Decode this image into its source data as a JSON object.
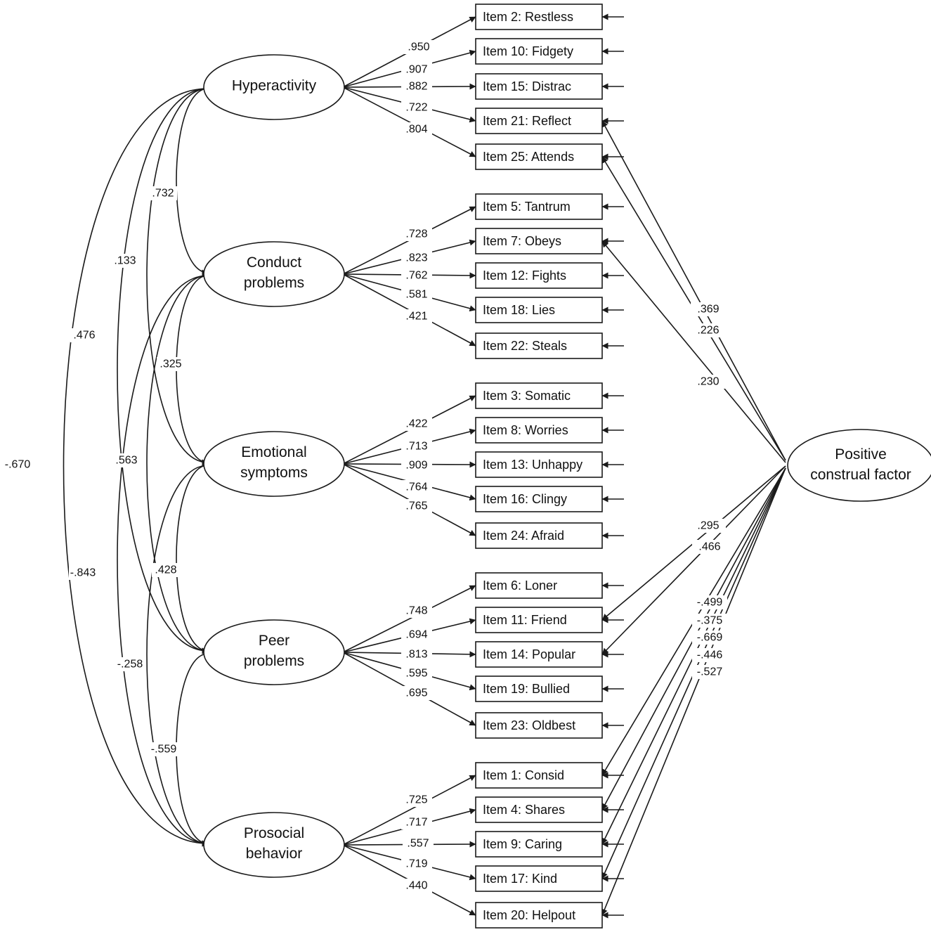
{
  "factors": [
    {
      "id": "hyp",
      "lines": [
        "Hyperactivity"
      ]
    },
    {
      "id": "con",
      "lines": [
        "Conduct",
        "problems"
      ]
    },
    {
      "id": "emo",
      "lines": [
        "Emotional",
        "symptoms"
      ]
    },
    {
      "id": "peer",
      "lines": [
        "Peer",
        "problems"
      ]
    },
    {
      "id": "pro",
      "lines": [
        "Prosocial",
        "behavior"
      ]
    }
  ],
  "method_factor": {
    "lines": [
      "Positive",
      "construal factor"
    ]
  },
  "items": [
    {
      "label": "Item 2: Restless",
      "factor": "hyp",
      "loading": ".950"
    },
    {
      "label": "Item 10: Fidgety",
      "factor": "hyp",
      "loading": ".907"
    },
    {
      "label": "Item 15: Distrac",
      "factor": "hyp",
      "loading": ".882"
    },
    {
      "label": "Item 21: Reflect",
      "factor": "hyp",
      "loading": ".722"
    },
    {
      "label": "Item 25: Attends",
      "factor": "hyp",
      "loading": ".804"
    },
    {
      "label": "Item 5: Tantrum",
      "factor": "con",
      "loading": ".728"
    },
    {
      "label": "Item 7: Obeys",
      "factor": "con",
      "loading": ".823"
    },
    {
      "label": "Item 12: Fights",
      "factor": "con",
      "loading": ".762"
    },
    {
      "label": "Item 18: Lies",
      "factor": "con",
      "loading": ".581"
    },
    {
      "label": "Item 22: Steals",
      "factor": "con",
      "loading": ".421"
    },
    {
      "label": "Item 3: Somatic",
      "factor": "emo",
      "loading": ".422"
    },
    {
      "label": "Item 8: Worries",
      "factor": "emo",
      "loading": ".713"
    },
    {
      "label": "Item 13: Unhappy",
      "factor": "emo",
      "loading": ".909"
    },
    {
      "label": "Item 16: Clingy",
      "factor": "emo",
      "loading": ".764"
    },
    {
      "label": "Item 24: Afraid",
      "factor": "emo",
      "loading": ".765"
    },
    {
      "label": "Item 6: Loner",
      "factor": "peer",
      "loading": ".748"
    },
    {
      "label": "Item 11: Friend",
      "factor": "peer",
      "loading": ".694"
    },
    {
      "label": "Item 14: Popular",
      "factor": "peer",
      "loading": ".813"
    },
    {
      "label": "Item 19: Bullied",
      "factor": "peer",
      "loading": ".595"
    },
    {
      "label": "Item 23: Oldbest",
      "factor": "peer",
      "loading": ".695"
    },
    {
      "label": "Item 1: Consid",
      "factor": "pro",
      "loading": ".725"
    },
    {
      "label": "Item 4: Shares",
      "factor": "pro",
      "loading": ".717"
    },
    {
      "label": "Item 9: Caring",
      "factor": "pro",
      "loading": ".557"
    },
    {
      "label": "Item 17: Kind",
      "factor": "pro",
      "loading": ".719"
    },
    {
      "label": "Item 20: Helpout",
      "factor": "pro",
      "loading": ".440"
    }
  ],
  "method_loadings": [
    {
      "item": "Item 21: Reflect",
      "value": ".369"
    },
    {
      "item": "Item 25: Attends",
      "value": ".226"
    },
    {
      "item": "Item 7: Obeys",
      "value": ".230"
    },
    {
      "item": "Item 11: Friend",
      "value": ".295"
    },
    {
      "item": "Item 14: Popular",
      "value": ".466"
    },
    {
      "item": "Item 1: Consid",
      "value": "-.499"
    },
    {
      "item": "Item 4: Shares",
      "value": "-.375"
    },
    {
      "item": "Item 9: Caring",
      "value": "-.669"
    },
    {
      "item": "Item 17: Kind",
      "value": "-.446"
    },
    {
      "item": "Item 20: Helpout",
      "value": "-.527"
    }
  ],
  "correlations": [
    {
      "from": "hyp",
      "to": "con",
      "value": ".732"
    },
    {
      "from": "hyp",
      "to": "emo",
      "value": ".133"
    },
    {
      "from": "hyp",
      "to": "peer",
      "value": ".476"
    },
    {
      "from": "hyp",
      "to": "pro",
      "value": "-.670"
    },
    {
      "from": "con",
      "to": "emo",
      "value": ".325"
    },
    {
      "from": "con",
      "to": "peer",
      "value": ".563"
    },
    {
      "from": "con",
      "to": "pro",
      "value": "-.843"
    },
    {
      "from": "emo",
      "to": "peer",
      "value": ".428"
    },
    {
      "from": "emo",
      "to": "pro",
      "value": "-.258"
    },
    {
      "from": "peer",
      "to": "pro",
      "value": "-.559"
    }
  ]
}
